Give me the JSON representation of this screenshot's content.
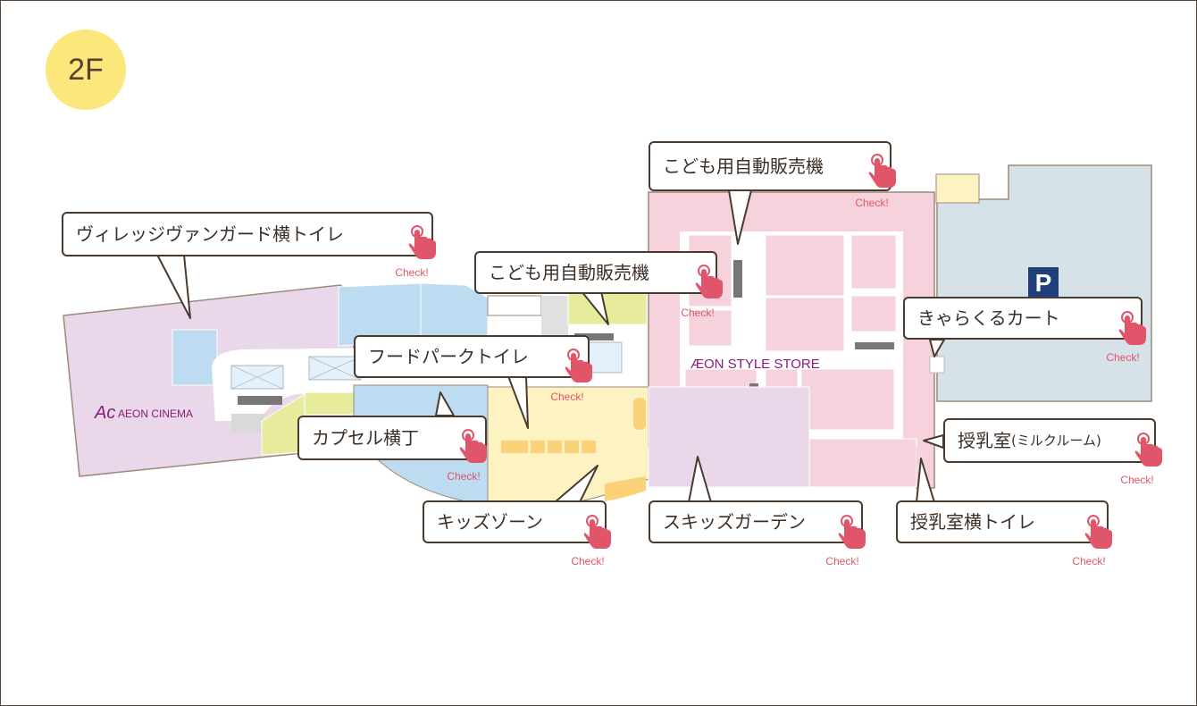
{
  "floor": "2F",
  "map": {
    "cinema_logo": "Ac",
    "cinema_name": "AEON CINEMA",
    "store_name": "ÆON STYLE STORE",
    "parking_symbol": "P"
  },
  "check_label": "Check!",
  "callouts": [
    {
      "id": "village-toilet",
      "label": "ヴィレッジヴァンガード横トイレ"
    },
    {
      "id": "kids-vending-1",
      "label": "こども用自動販売機"
    },
    {
      "id": "kids-vending-2",
      "label": "こども用自動販売機"
    },
    {
      "id": "foodpark-toilet",
      "label": "フードパークトイレ"
    },
    {
      "id": "capsule",
      "label": "カプセル横丁"
    },
    {
      "id": "kids-zone",
      "label": "キッズゾーン"
    },
    {
      "id": "skids-garden",
      "label": "スキッズガーデン"
    },
    {
      "id": "kyarakuru",
      "label": "きゃらくるカート"
    },
    {
      "id": "nursing-room",
      "label": "授乳室",
      "sub": "(ミルクルーム)"
    },
    {
      "id": "nursing-toilet",
      "label": "授乳室横トイレ"
    }
  ],
  "colors": {
    "cinema": "#ead8ea",
    "store": "#f6d3dc",
    "parking": "#d7e2e8",
    "blue": "#bddcf2",
    "green": "#e6ec9c",
    "kids": "#fdf3c2",
    "orange": "#fbd278",
    "check": "#e0556a",
    "badge": "#fbe77b"
  }
}
